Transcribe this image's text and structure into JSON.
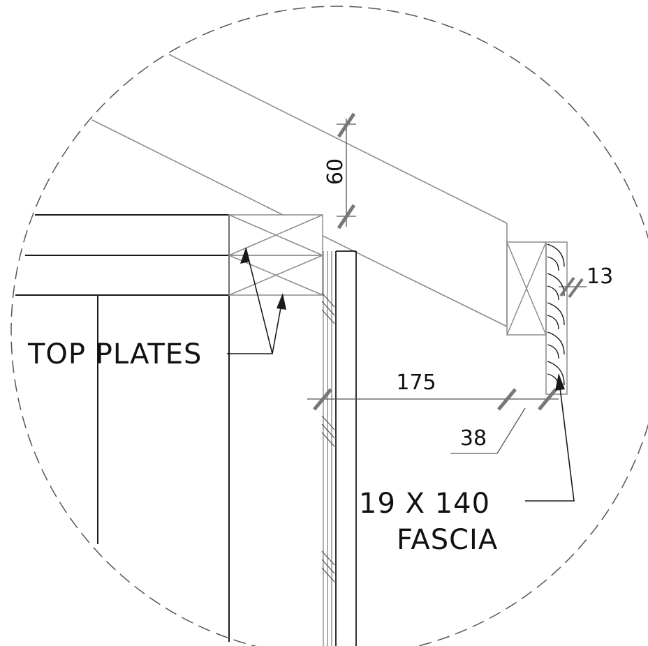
{
  "labels": {
    "top_plates": "TOP PLATES",
    "fascia_size": "19 X 140",
    "fascia_name": "FASCIA"
  },
  "dimensions": {
    "rafter_depth": "60",
    "overhang": "175",
    "subfascia": "38",
    "fascia_thickness": "13"
  },
  "colors": {
    "dark_line": "#1a1a1a",
    "light_line": "#8c8c8c",
    "boundary": "#555555"
  }
}
